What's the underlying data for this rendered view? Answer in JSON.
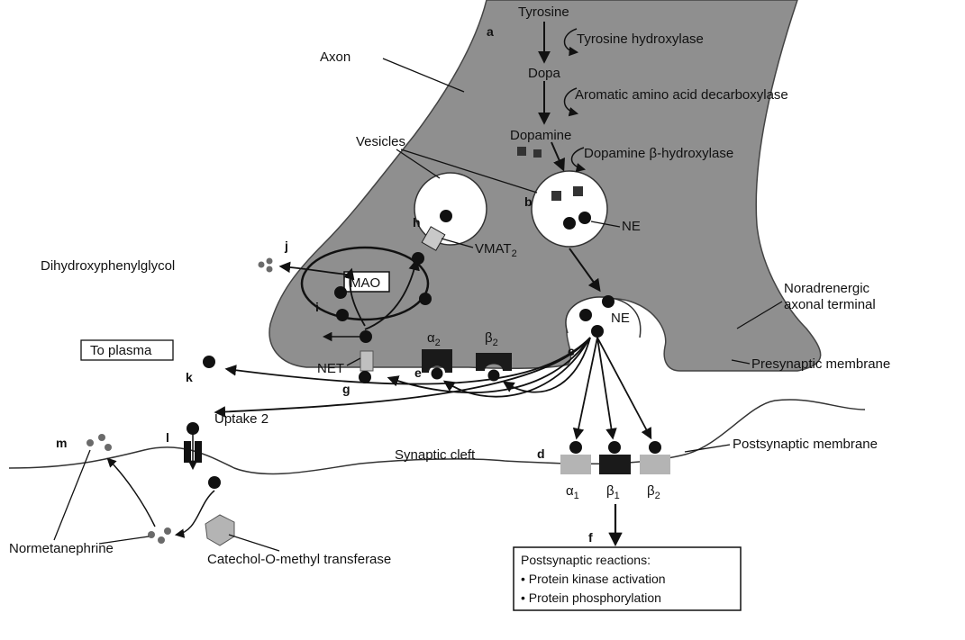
{
  "labels": {
    "tyrosine": "Tyrosine",
    "tyrosine_hydroxylase": "Tyrosine hydroxylase",
    "dopa": "Dopa",
    "aromatic_decarboxylase": "Aromatic amino acid decarboxylase",
    "dopamine": "Dopamine",
    "dopamine_hydroxylase": "Dopamine β-hydroxylase",
    "axon": "Axon",
    "vesicles": "Vesicles",
    "ne_vesicle": "NE",
    "vmat_main": "VMAT",
    "vmat_sub": "2",
    "dihydroxyphenylglycol": "Dihydroxyphenylglycol",
    "mao": "MAO",
    "noradrenergic_line1": "Noradrenergic",
    "noradrenergic_line2": "axonal terminal",
    "ne_release": "NE",
    "to_plasma": "To plasma",
    "net": "NET",
    "alpha2_main": "α",
    "alpha2_sub": "2",
    "beta2_pre_main": "β",
    "beta2_pre_sub": "2",
    "presynaptic_membrane": "Presynaptic membrane",
    "uptake2": "Uptake 2",
    "synaptic_cleft": "Synaptic cleft",
    "postsynaptic_membrane": "Postsynaptic membrane",
    "alpha1_main": "α",
    "alpha1_sub": "1",
    "beta1_main": "β",
    "beta1_sub": "1",
    "beta2_post_main": "β",
    "beta2_post_sub": "2",
    "normetanephrine": "Normetanephrine",
    "comt": "Catechol-O-methyl transferase",
    "postsynaptic_title": "Postsynaptic reactions:",
    "postsynaptic_item1": "• Protein kinase activation",
    "postsynaptic_item2": "• Protein phosphorylation"
  },
  "letters": {
    "a": "a",
    "b": "b",
    "c": "c",
    "d": "d",
    "e": "e",
    "f": "f",
    "g": "g",
    "h": "h",
    "i": "i",
    "j": "j",
    "k": "k",
    "l": "l",
    "m": "m"
  },
  "colors": {
    "terminal": "#8f8f8f",
    "molecule": "#111111",
    "receptor_light": "#b4b4b4",
    "receptor_dark": "#1a1a1a",
    "metabolite": "#6a6a6a"
  }
}
